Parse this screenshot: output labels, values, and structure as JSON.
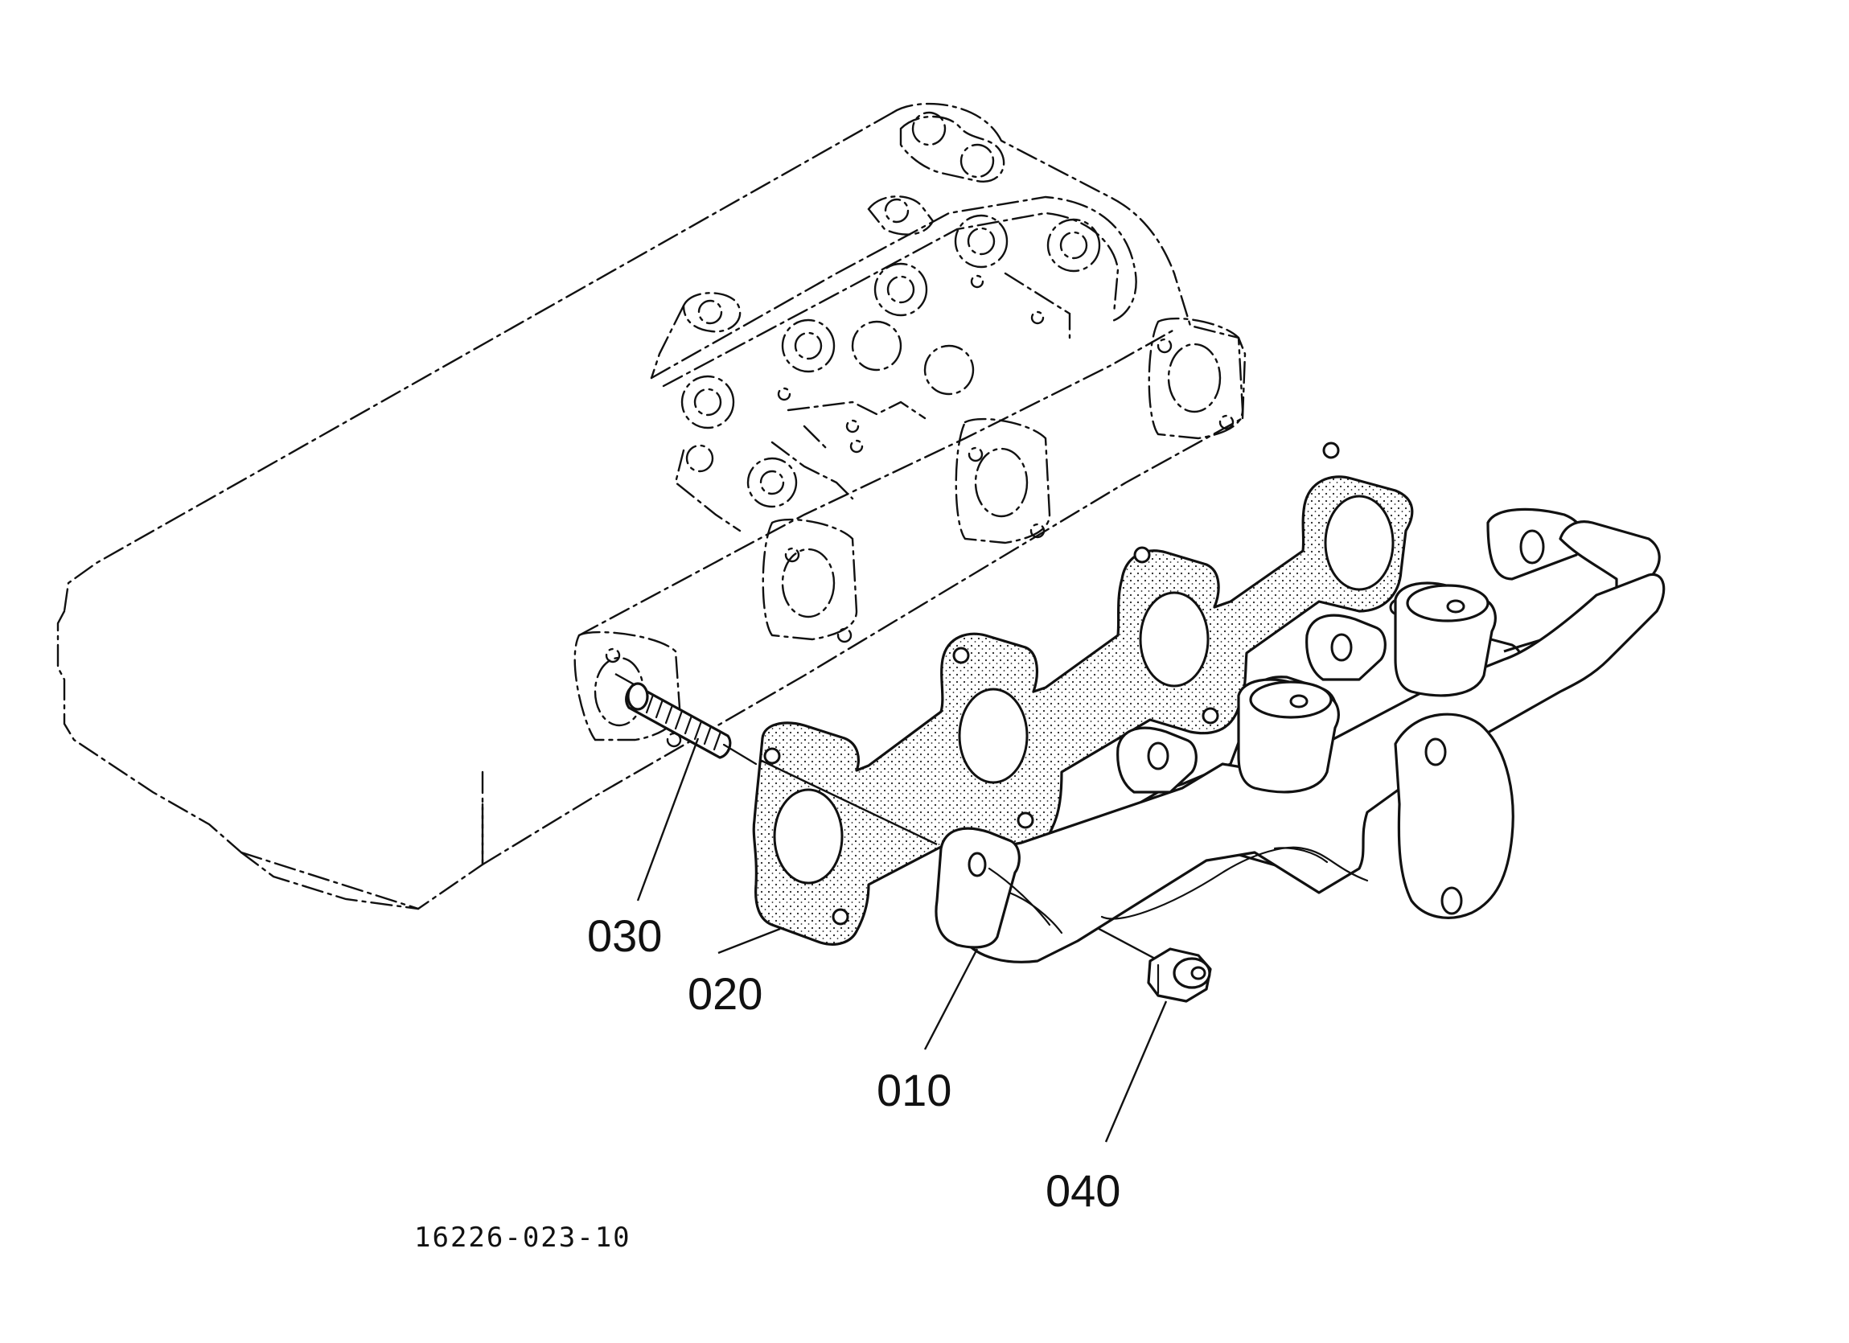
{
  "callouts": [
    {
      "id": "010",
      "label": "010"
    },
    {
      "id": "020",
      "label": "020"
    },
    {
      "id": "030",
      "label": "030"
    },
    {
      "id": "040",
      "label": "040"
    }
  ],
  "figure_number": "16226-023-10",
  "parts": {
    "p010": "exhaust-manifold",
    "p020": "manifold-gasket",
    "p030": "stud",
    "p040": "nut"
  },
  "colors": {
    "ink": "#111111",
    "paper": "#ffffff"
  }
}
